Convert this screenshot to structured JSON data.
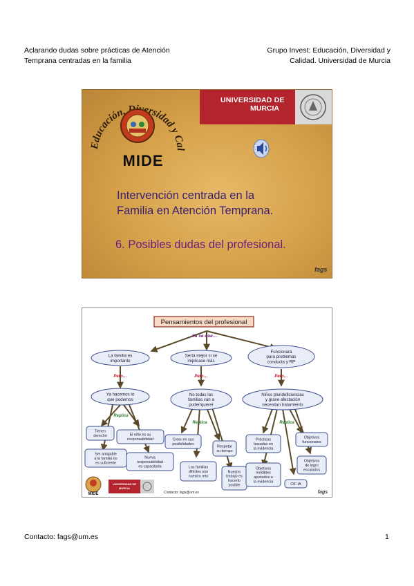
{
  "header": {
    "left_line1": "Aclarando dudas sobre prácticas de Atención",
    "left_line2": "Temprana centradas en la familia",
    "right_line1": "Grupo Invest: Educación, Diversidad y",
    "right_line2": "Calidad. Universidad de Murcia"
  },
  "slide1": {
    "logo_ring_text": "Educación, Diversidad y Calidad",
    "logo_word": "MIDE",
    "university_line1": "UNIVERSIDAD DE",
    "university_line2": "MURCIA",
    "title_line1": "Intervención centrada en la",
    "title_line2": "Familia en Atención Temprana.",
    "subtitle": "6. Posibles dudas del profesional.",
    "signature": "fags",
    "colors": {
      "background": "#d49f48",
      "title": "#3a1f70",
      "subtitle": "#6b1c7e",
      "banner": "#b3242c"
    },
    "icons": [
      "speaker-icon",
      "mide-logo",
      "university-seal"
    ]
  },
  "slide2": {
    "title": "Pensamientos del profesional",
    "ya_se_que": "Ya se que…",
    "pero": "Pero…",
    "replica": "Replica",
    "col1": {
      "thought": [
        "La familia es",
        "importante"
      ],
      "counter": [
        "Ya hacemos lo",
        "que podemos"
      ],
      "replies": [
        [
          "Tienen",
          "derecho"
        ],
        [
          "El niño es su",
          "responsabilidad"
        ],
        [
          "Ser amigable",
          "a la familia no",
          "es suficiente"
        ],
        [
          "Nueva",
          "responsabilidad",
          "es capacitarla"
        ]
      ]
    },
    "col2": {
      "thought": [
        "Sería mejor si se",
        "implicase más"
      ],
      "counter": [
        "No todas las",
        "familias van a",
        "poder/querer"
      ],
      "replies": [
        [
          "Creer en sus",
          "posibilidades"
        ],
        [
          "Respetar",
          "su tiempo"
        ],
        [
          "Las familias",
          "difíciles son",
          "nuestro reto"
        ],
        [
          "Nuestro",
          "trabajo es",
          "hacerlo",
          "posible"
        ]
      ]
    },
    "col3": {
      "thought": [
        "Funcionará",
        "para problemas",
        "conducta y RP"
      ],
      "counter": [
        "Niños plurideficiencias",
        "y grave afectación",
        "necesitan tratamiento"
      ],
      "replies": [
        [
          "Prácticas",
          "basadas en",
          "la evidencia"
        ],
        [
          "Objetivos",
          "funcionales"
        ],
        [
          "Objetivos",
          "medibles",
          "ajustados a",
          "la evidencia"
        ],
        [
          "Objetivos",
          "de logro",
          "escalados"
        ],
        [
          "CIF-IA"
        ]
      ]
    },
    "university_line1": "UNIVERSIDAD DE",
    "university_line2": "MURCIA",
    "logo_word": "MIDE",
    "contact": "Contacto: fags@um.es",
    "signature": "fags",
    "colors": {
      "bubble_fill": "#e8edf8",
      "bubble_stroke": "#3d4f8c",
      "title_fill": "#f7d9c4",
      "title_stroke": "#8c2a1a",
      "pero": "#c0142a",
      "replica": "#2e7d32",
      "arrow": "#5a4a2a"
    }
  },
  "footer": {
    "contact": "Contacto: fags@um.es",
    "page": "1"
  }
}
